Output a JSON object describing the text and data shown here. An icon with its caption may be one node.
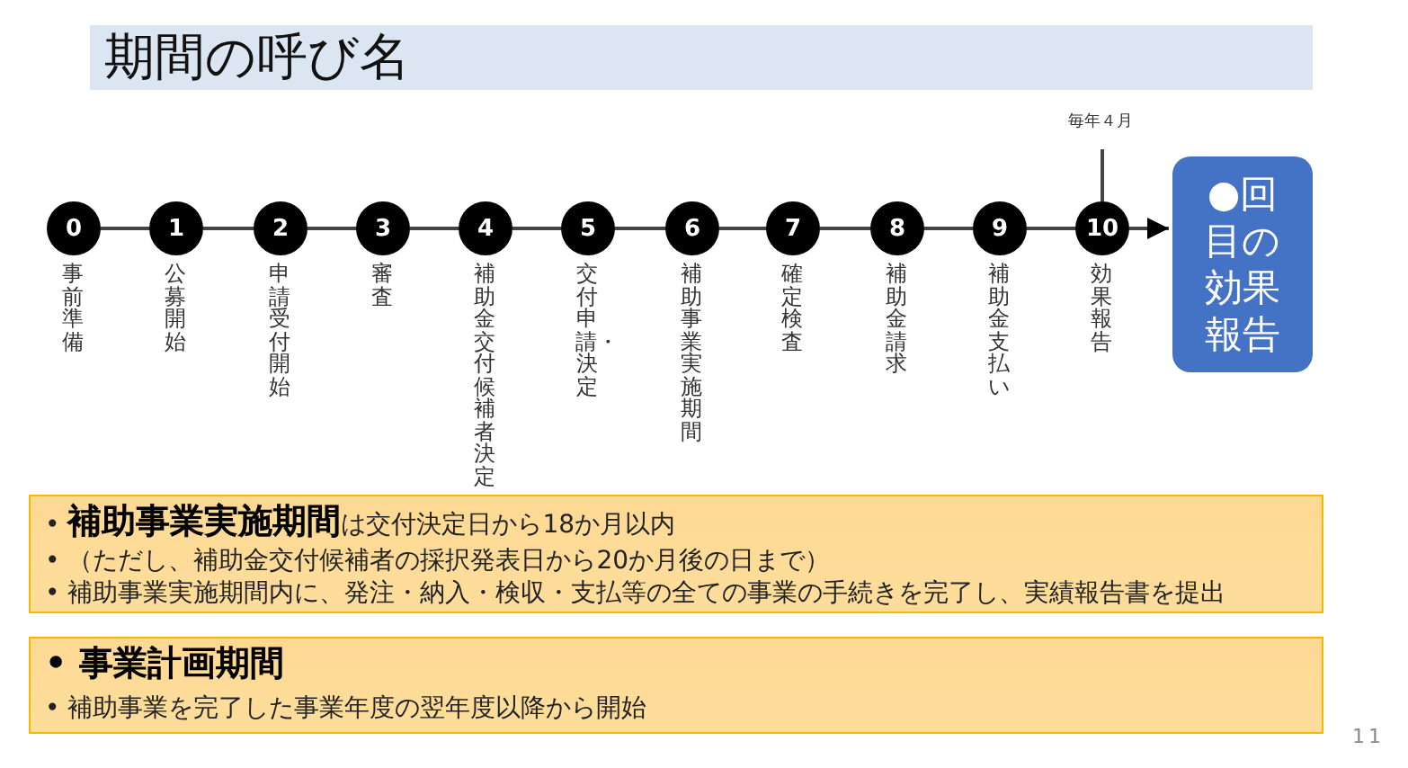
{
  "diagram": {
    "title": "期間の呼び名",
    "nodes": [
      {
        "text": [
          "0"
        ],
        "beside": [
          "事前準備"
        ]
      },
      {
        "text": [
          "1"
        ],
        "beside": [
          "公募開始"
        ]
      },
      {
        "text": [
          "2"
        ],
        "beside": [
          "申請受付開始"
        ]
      },
      {
        "text": [
          "3"
        ],
        "beside": [
          "審査"
        ]
      },
      {
        "text": [
          "4"
        ],
        "beside": [
          "補助金交付候補者決定"
        ]
      },
      {
        "text": [
          "5"
        ],
        "beside": [
          "交付申請・決定"
        ]
      },
      {
        "text": [
          "6"
        ],
        "beside": [
          "補助事業実施期間"
        ]
      },
      {
        "text": [
          "7"
        ],
        "beside": [
          "確定検査"
        ]
      },
      {
        "text": [
          "8"
        ],
        "beside": [
          "補助金請求"
        ]
      },
      {
        "text": [
          "9"
        ],
        "beside": [
          "補助金支払い"
        ]
      },
      {
        "text": [
          "10"
        ],
        "beside": [
          "効果報告"
        ]
      },
      {
        "text": [
          "●回目の効果報告"
        ]
      },
      {
        "text": [
          "毎年４月"
        ]
      },
      {
        "text": [
          "• **補助事業実施期間**は交付決定日から18か月以内",
          "• （ただし、補助金交付候補者の採択発表日から20か月後の日まで）",
          "• 補助事業実施期間内に、発注・納入・検収・支払等の全ての事業の手続きを完了し、実績報告書を提出"
        ]
      },
      {
        "text": [
          "• 事業計画期間",
          "• 補助事業を完了した事業年度の翌年度以降から開始"
        ]
      }
    ],
    "edges": [
      {
        "from": 0,
        "to": 1,
        "arrow": "none"
      },
      {
        "from": 1,
        "to": 2,
        "arrow": "none"
      },
      {
        "from": 2,
        "to": 3,
        "arrow": "none"
      },
      {
        "from": 3,
        "to": 4,
        "arrow": "none"
      },
      {
        "from": 4,
        "to": 5,
        "arrow": "none"
      },
      {
        "from": 5,
        "to": 6,
        "arrow": "none"
      },
      {
        "from": 6,
        "to": 7,
        "arrow": "none"
      },
      {
        "from": 7,
        "to": 8,
        "arrow": "none"
      },
      {
        "from": 8,
        "to": 9,
        "arrow": "none"
      },
      {
        "from": 9,
        "to": 10,
        "arrow": "none"
      },
      {
        "from": 10,
        "to": 11,
        "arrow": "to"
      },
      {
        "from": 12,
        "to": 10,
        "arrow": "none"
      }
    ],
    "labels": [
      "11"
    ]
  }
}
